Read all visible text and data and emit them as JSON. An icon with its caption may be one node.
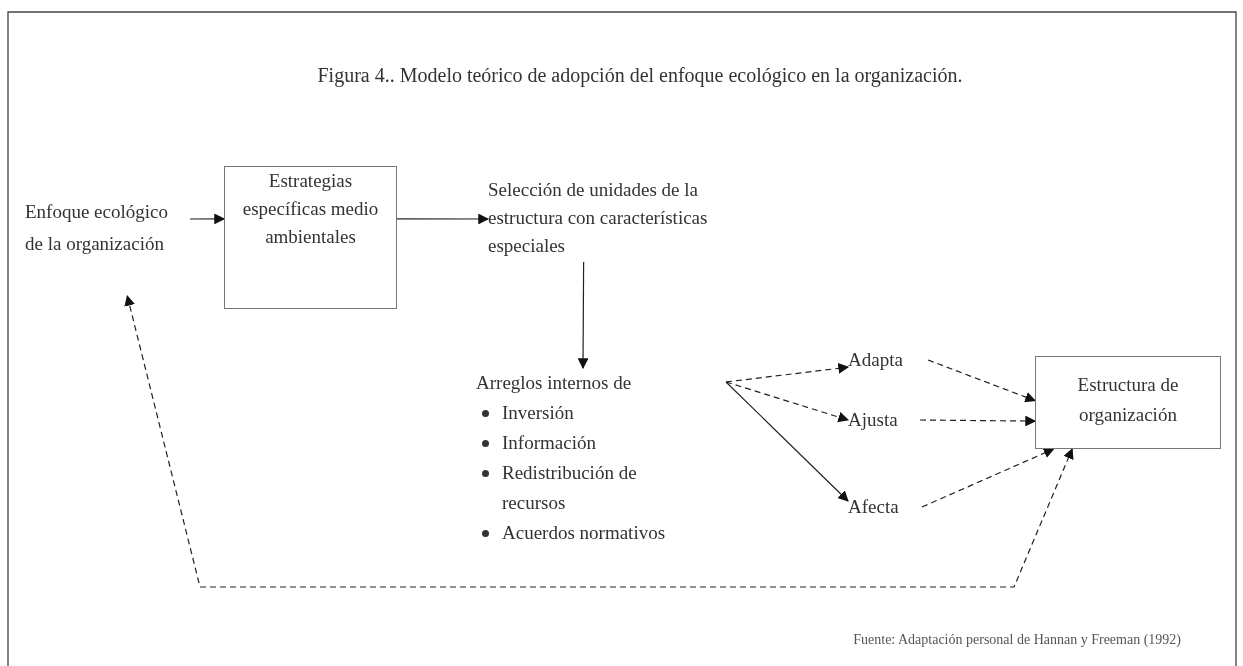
{
  "diagram": {
    "title": "Figura 4.. Modelo teórico de adopción del enfoque ecológico en la organización.",
    "nodes": [
      {
        "text": [
          "Enfoque ecológico de la organización"
        ]
      },
      {
        "text": [
          "Estrategias específicas medio ambientales"
        ]
      },
      {
        "text": [
          "Selección de unidades de la estructura con características especiales"
        ]
      },
      {
        "text": [
          "Arreglos internos de",
          "Inversión",
          "Información",
          "Redistribución de recursos",
          "Acuerdos normativos"
        ]
      },
      {
        "text": [
          "Adapta"
        ]
      },
      {
        "text": [
          "Ajusta"
        ]
      },
      {
        "text": [
          "Afecta"
        ]
      },
      {
        "text": [
          "Estructura de organización"
        ]
      }
    ],
    "edges": [
      {
        "from": 0,
        "to": 1,
        "arrow": "to"
      },
      {
        "from": 1,
        "to": 2,
        "arrow": "to"
      },
      {
        "from": 2,
        "to": 3,
        "arrow": "to"
      },
      {
        "from": 3,
        "to": 4,
        "arrow": "to",
        "style": "dashed"
      },
      {
        "from": 3,
        "to": 5,
        "arrow": "to",
        "style": "dashed"
      },
      {
        "from": 3,
        "to": 6,
        "arrow": "to"
      },
      {
        "from": 4,
        "to": 7,
        "arrow": "to",
        "style": "dashed"
      },
      {
        "from": 5,
        "to": 7,
        "arrow": "to",
        "style": "dashed"
      },
      {
        "from": 6,
        "to": 7,
        "arrow": "to",
        "style": "dashed"
      },
      {
        "from": 0,
        "to": 7,
        "arrow": "both",
        "style": "dashed"
      }
    ],
    "labels": [
      "Fuente: Adaptación personal de Hannan y Freeman (1992)"
    ]
  }
}
